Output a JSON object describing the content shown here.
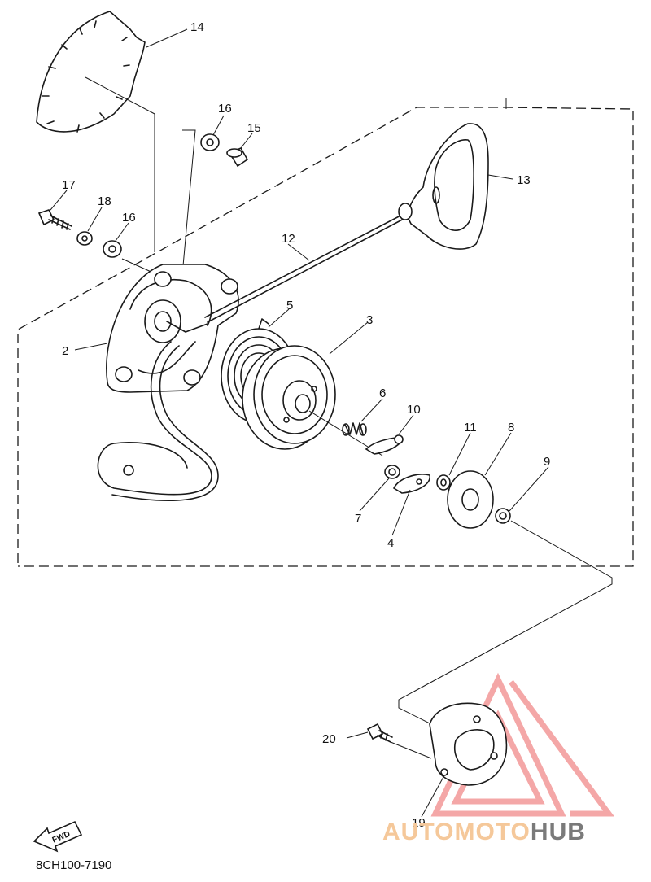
{
  "diagram": {
    "callouts": [
      "14",
      "16",
      "15",
      "17",
      "18",
      "16",
      "13",
      "12",
      "2",
      "5",
      "3",
      "6",
      "10",
      "11",
      "8",
      "9",
      "7",
      "4",
      "20",
      "19"
    ],
    "fwd_label": "FWD",
    "diagram_code": "8CH100-7190"
  },
  "watermark": {
    "text_part1": "AUTOMOTO",
    "text_part2": "HUB",
    "color_part1": "#f5c89a",
    "color_part2": "#7a7a7a",
    "logo_color": "#f08a8a"
  }
}
